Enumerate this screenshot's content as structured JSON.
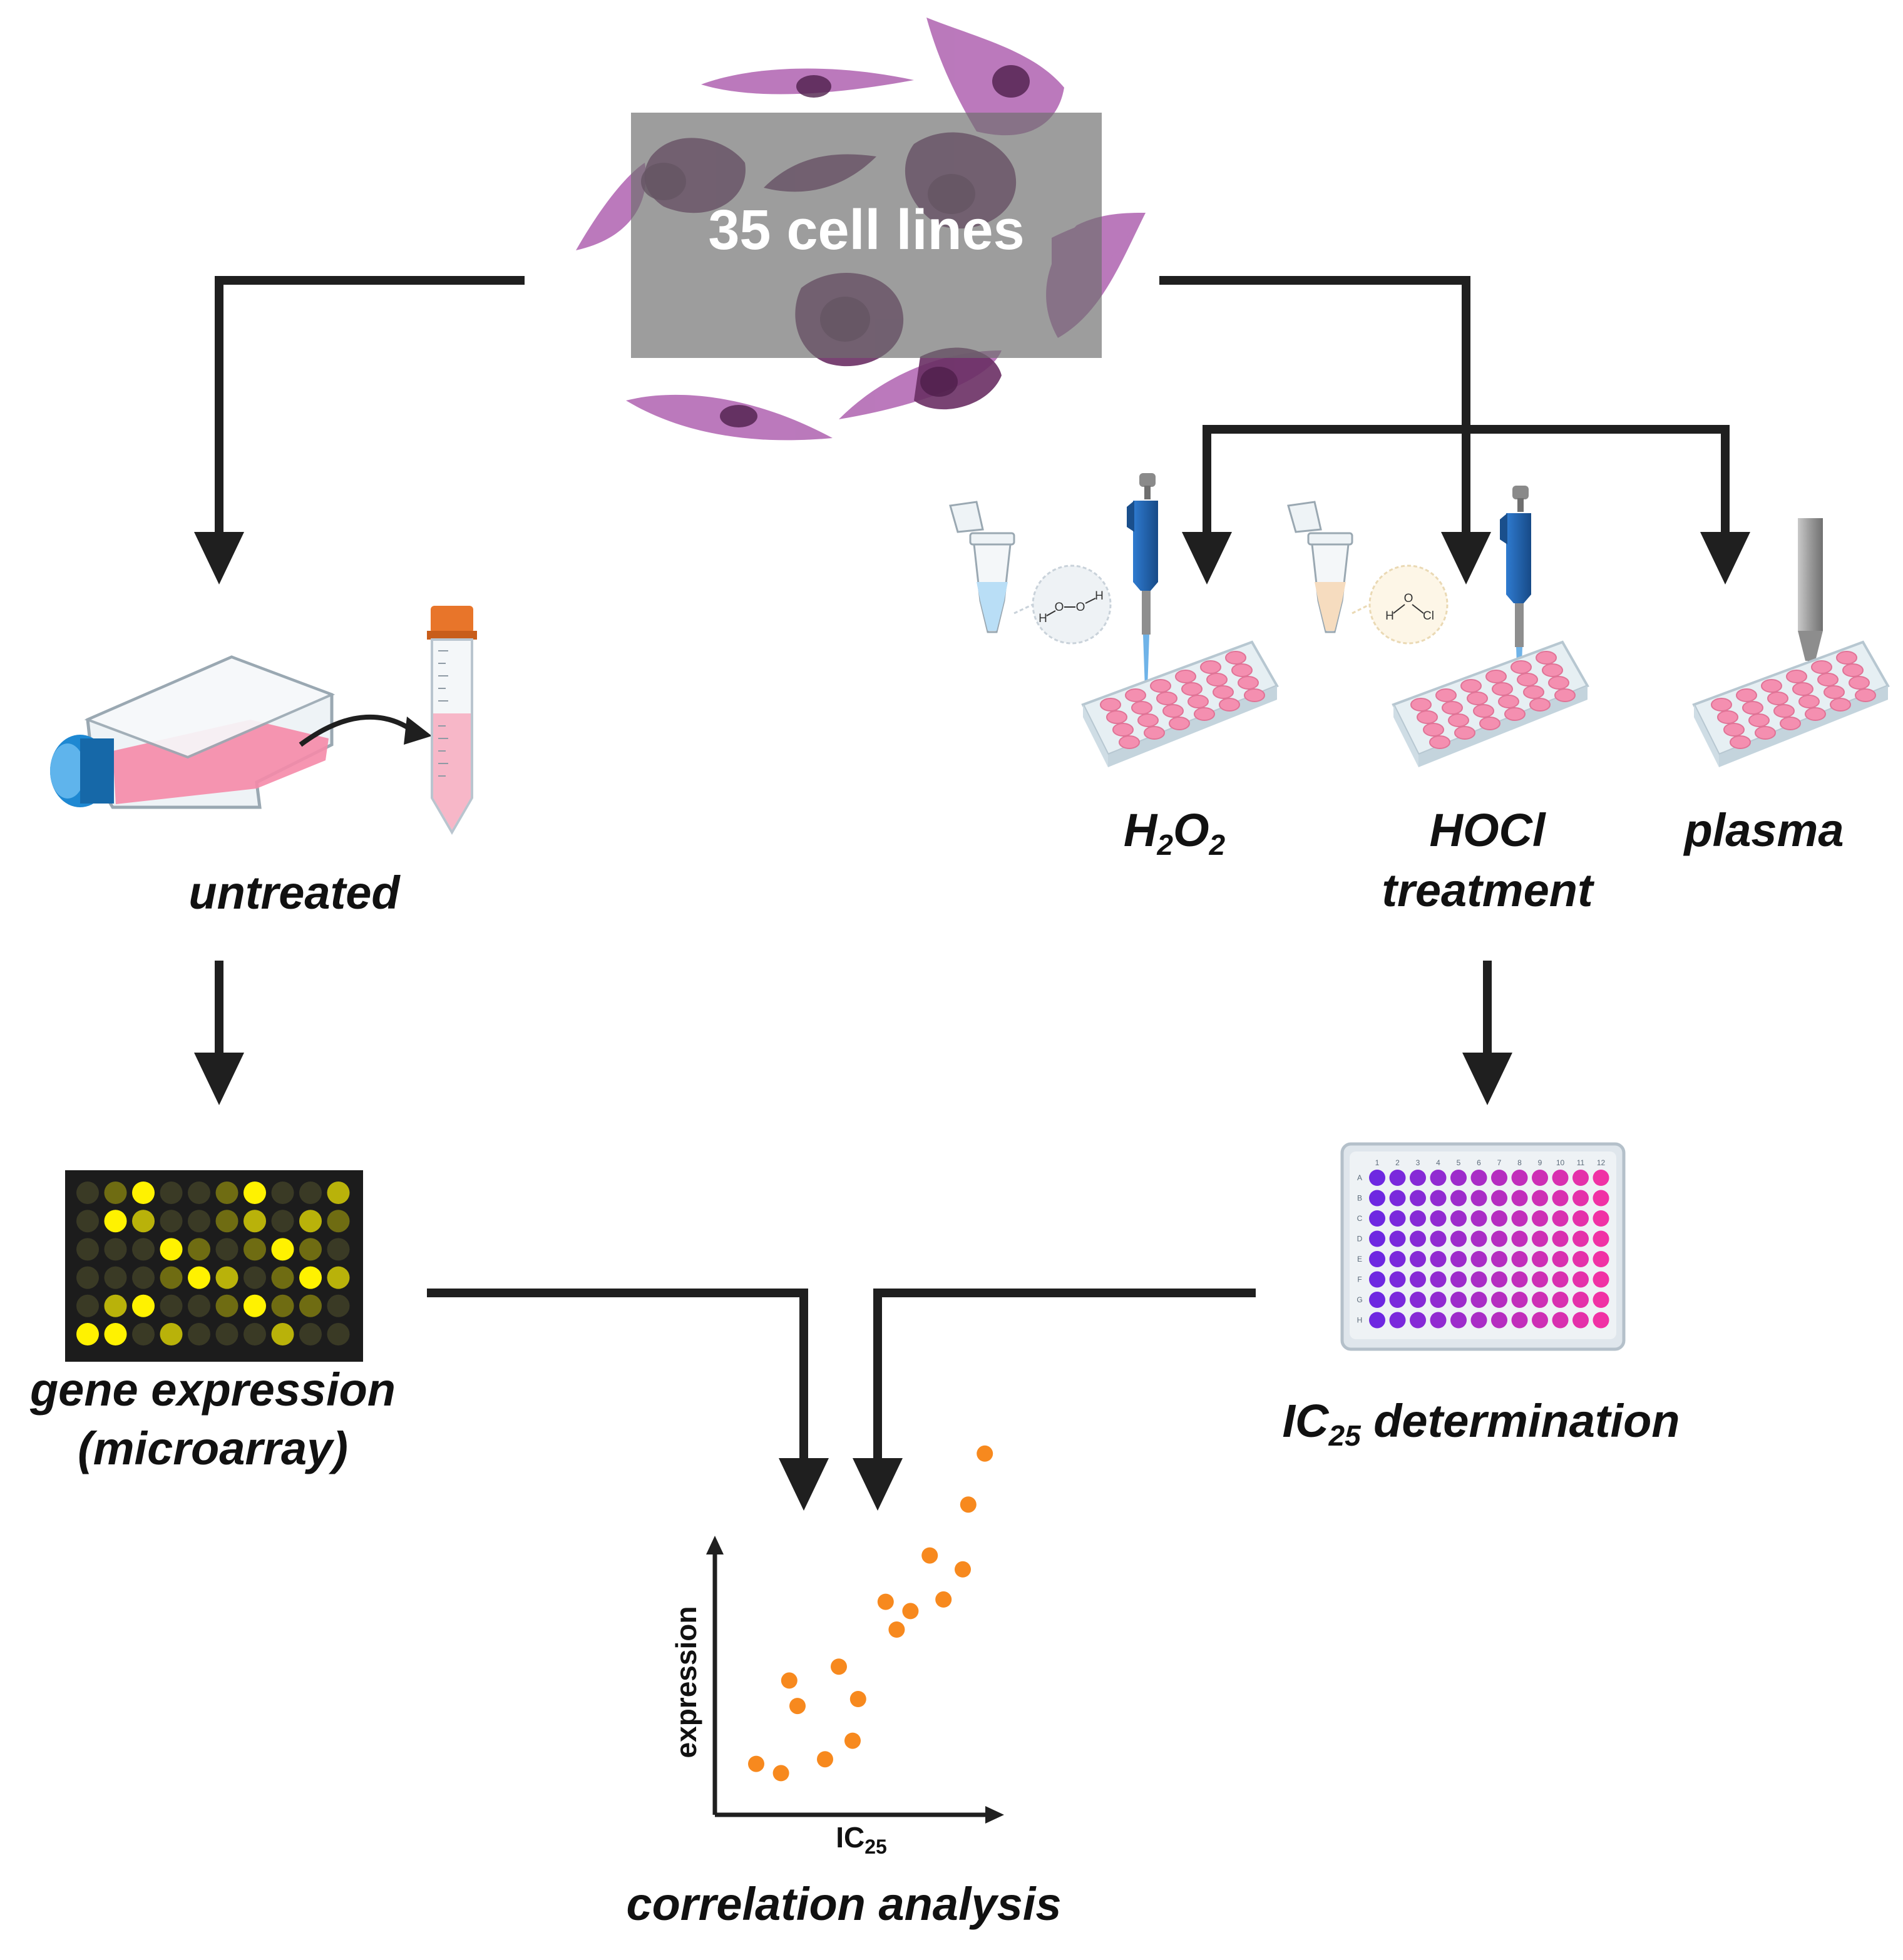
{
  "header": {
    "cells_label": "35 cell lines"
  },
  "branches": {
    "untreated_label": "untreated",
    "gene_expression_label": "gene expression",
    "gene_expression_sub": "(microarray)",
    "h2o2": {
      "base1": "H",
      "sub1": "2",
      "base2": "O",
      "sub2": "2"
    },
    "hocl_label": "HOCl",
    "treatment_label": "treatment",
    "plasma_label": "plasma",
    "ic25_det": {
      "base": "IC",
      "sub": "25",
      "rest": " determination"
    },
    "correlation_label": "correlation analysis"
  },
  "molecules": {
    "h2o2_atoms": [
      "H",
      "O",
      "O",
      "H"
    ],
    "hocl_atoms": [
      "H",
      "O",
      "Cl"
    ]
  },
  "plate": {
    "columns": [
      "1",
      "2",
      "3",
      "4",
      "5",
      "6",
      "7",
      "8",
      "9",
      "10",
      "11",
      "12"
    ],
    "rows": [
      "A",
      "B",
      "C",
      "D",
      "E",
      "F",
      "G",
      "H"
    ]
  },
  "correlation_plot": {
    "ylabel": "expression",
    "xlabel_base": "IC",
    "xlabel_sub": "25"
  },
  "colors": {
    "arrow": "#1f1f1f",
    "cell_light": "#b772b8",
    "cell_dark": "#6a2f64",
    "label_box": "#6f6f6f",
    "pipette_blue": "#1f5fa8",
    "medium_pink": "#f58aa8",
    "flask_cap": "#1e88d2",
    "tube_cap": "#e8752a",
    "scatter_dot": "#f7891e",
    "microarray_bg": "#1c1c1c",
    "microarray_bright": "#fff200"
  },
  "chart_data": {
    "type": "scatter",
    "title": "",
    "xlabel": "IC25",
    "ylabel": "expression",
    "points": [
      [
        0.15,
        0.22
      ],
      [
        0.24,
        0.18
      ],
      [
        0.27,
        0.58
      ],
      [
        0.3,
        0.47
      ],
      [
        0.4,
        0.24
      ],
      [
        0.45,
        0.64
      ],
      [
        0.5,
        0.32
      ],
      [
        0.52,
        0.5
      ],
      [
        0.62,
        0.92
      ],
      [
        0.66,
        0.8
      ],
      [
        0.71,
        0.88
      ],
      [
        0.78,
        1.12
      ],
      [
        0.83,
        0.93
      ],
      [
        0.9,
        1.06
      ],
      [
        0.92,
        1.34
      ],
      [
        0.98,
        1.56
      ]
    ]
  }
}
